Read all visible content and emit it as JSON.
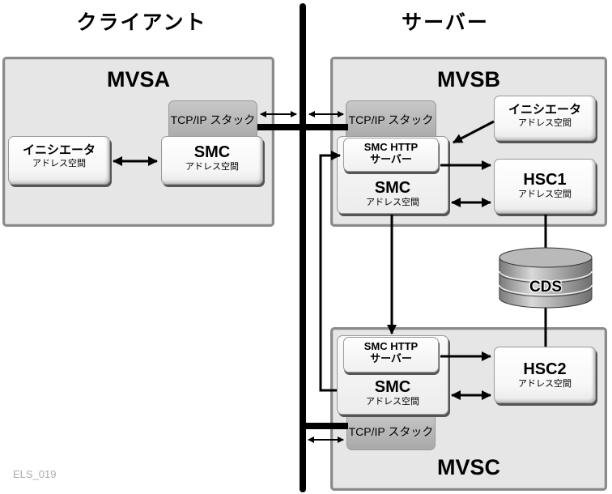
{
  "headings": {
    "client": "クライアント",
    "server": "サーバー"
  },
  "systems": {
    "mvsa": {
      "title": "MVSA",
      "tcp": "TCP/IP スタック",
      "initiator": {
        "title": "イニシエータ",
        "sub": "アドレス空間"
      },
      "smc": {
        "title": "SMC",
        "sub": "アドレス空間"
      }
    },
    "mvsb": {
      "title": "MVSB",
      "tcp": "TCP/IP スタック",
      "initiator": {
        "title": "イニシエータ",
        "sub": "アドレス空間"
      },
      "http": {
        "line1": "SMC HTTP",
        "line2": "サーバー"
      },
      "smc": {
        "title": "SMC",
        "sub": "アドレス空間"
      },
      "hsc": {
        "title": "HSC1",
        "sub": "アドレス空間"
      }
    },
    "mvsc": {
      "title": "MVSC",
      "tcp": "TCP/IP スタック",
      "http": {
        "line1": "SMC HTTP",
        "line2": "サーバー"
      },
      "smc": {
        "title": "SMC",
        "sub": "アドレス空間"
      },
      "hsc": {
        "title": "HSC2",
        "sub": "アドレス空間"
      }
    }
  },
  "cds": {
    "label": "CDS"
  },
  "figure_id": "ELS_019"
}
